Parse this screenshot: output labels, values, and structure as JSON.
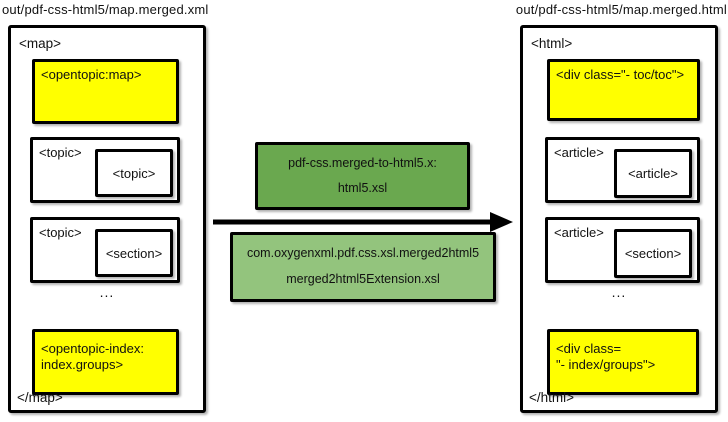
{
  "left": {
    "title": "out/pdf-css-html5/map.merged.xml",
    "root_open": "<map>",
    "root_close": "</map>",
    "highlight_top": "<opentopic:map>",
    "groups": [
      {
        "outer": "<topic>",
        "inner": "<topic>"
      },
      {
        "outer": "<topic>",
        "inner": "<section>"
      }
    ],
    "ellipsis": "...",
    "highlight_bottom_line1": "<opentopic-index:",
    "highlight_bottom_line2": "index.groups>"
  },
  "right": {
    "title": "out/pdf-css-html5/map.merged.html",
    "root_open": "<html>",
    "root_close": "</html>",
    "highlight_top": "<div class=\"- toc/toc\">",
    "groups": [
      {
        "outer": "<article>",
        "inner": "<article>"
      },
      {
        "outer": "<article>",
        "inner": "<section>"
      }
    ],
    "ellipsis": "...",
    "highlight_bottom_line1": "<div class=",
    "highlight_bottom_line2": "\"- index/groups\">"
  },
  "transform": {
    "stylesheet_line1": "pdf-css.merged-to-html5.x:",
    "stylesheet_line2": "html5.xsl",
    "extension_line1": "com.oxygenxml.pdf.css.xsl.merged2html5",
    "extension_line2": "merged2html5Extension.xsl"
  },
  "colors": {
    "highlight": "#ffff00",
    "transform_primary": "#6aa84f",
    "transform_secondary": "#93c47d",
    "border": "#000000"
  }
}
